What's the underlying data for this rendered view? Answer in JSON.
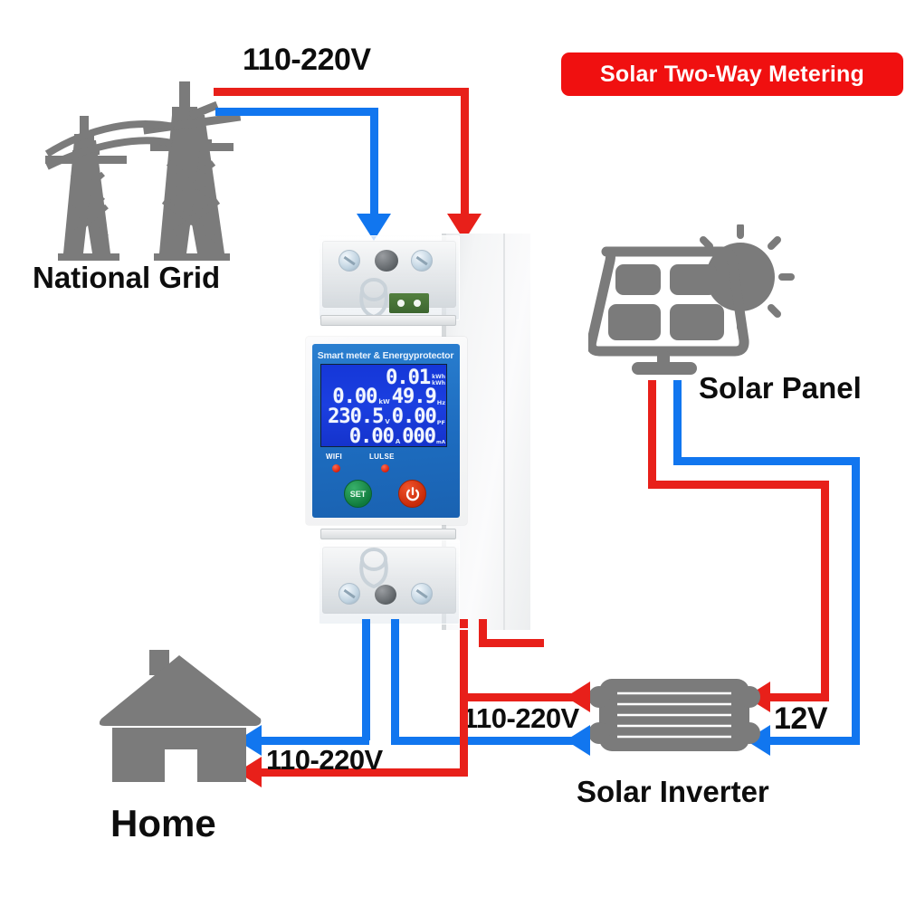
{
  "badge": {
    "label": "Solar Two-Way Metering",
    "color": "#f01010"
  },
  "labels": {
    "grid_voltage": "110-220V",
    "national_grid": "National Grid",
    "solar_panel": "Solar Panel",
    "inverter_voltage_dc": "12V",
    "inverter_voltage_ac": "110-220V",
    "home_voltage": "110-220V",
    "solar_inverter": "Solar Inverter",
    "home": "Home"
  },
  "meter": {
    "panel_title": "Smart meter & Energyprotector",
    "side_tag": "WIFI",
    "display": {
      "energy": {
        "value": "0.01",
        "unit_top": "kWh",
        "unit_small": "kWh"
      },
      "power": {
        "value": "0.00",
        "unit": "kW"
      },
      "frequency": {
        "value": "49.9",
        "unit": "Hz"
      },
      "voltage": {
        "value": "230.5",
        "unit": "V"
      },
      "power_factor": {
        "value": "0.00",
        "unit": "PF"
      },
      "current": {
        "value": "0.00",
        "unit": "A"
      },
      "leakage": {
        "value": "000",
        "unit": "mA"
      }
    },
    "indicators": [
      {
        "name": "WIFI",
        "color": "#d8200c"
      },
      {
        "name": "LULSE",
        "color": "#d8200c"
      }
    ],
    "buttons": {
      "set": "SET",
      "power": "power-symbol"
    }
  },
  "wiring": {
    "line_color": "#e8201a",
    "neutral_color": "#1176ef",
    "description": "two-way AC metering between national grid, smart meter, home and solar inverter"
  }
}
